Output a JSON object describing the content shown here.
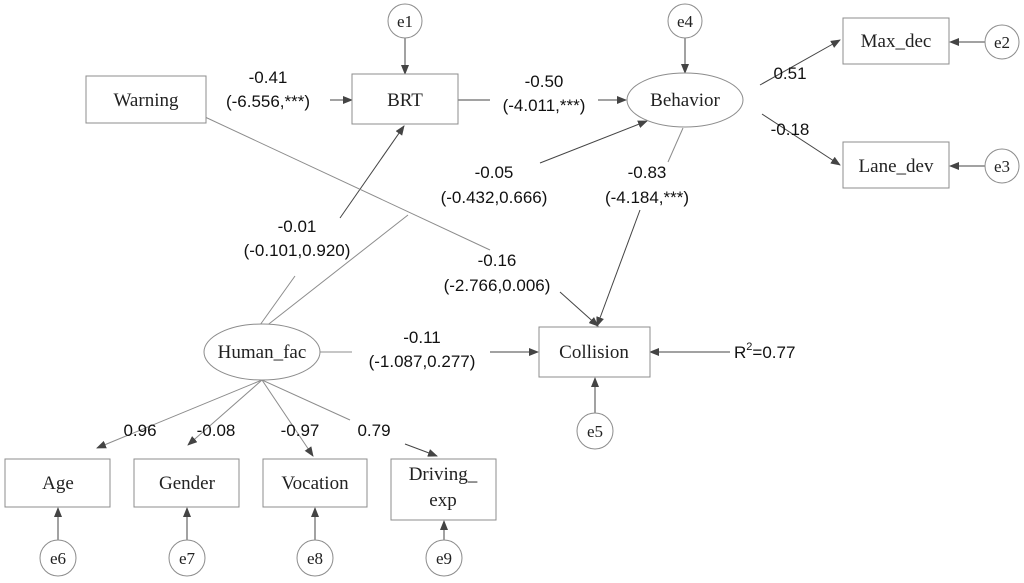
{
  "nodes": {
    "warning": "Warning",
    "brt": "BRT",
    "behavior": "Behavior",
    "max_dec": "Max_dec",
    "lane_dev": "Lane_dev",
    "human_fac": "Human_fac",
    "collision": "Collision",
    "age": "Age",
    "gender": "Gender",
    "vocation": "Vocation",
    "driving_exp_line1": "Driving_",
    "driving_exp_line2": "exp"
  },
  "errors": {
    "e1": "e1",
    "e2": "e2",
    "e3": "e3",
    "e4": "e4",
    "e5": "e5",
    "e6": "e6",
    "e7": "e7",
    "e8": "e8",
    "e9": "e9"
  },
  "paths": {
    "warning_brt": {
      "coef": "-0.41",
      "stats": "(-6.556,***)"
    },
    "brt_behavior": {
      "coef": "-0.50",
      "stats": "(-4.011,***)"
    },
    "human_behavior": {
      "coef": "-0.05",
      "stats": "(-0.432,0.666)"
    },
    "behavior_collision": {
      "coef": "-0.83",
      "stats": "(-4.184,***)"
    },
    "human_brt": {
      "coef": "-0.01",
      "stats": "(-0.101,0.920)"
    },
    "warning_collision": {
      "coef": "-0.16",
      "stats": "(-2.766,0.006)"
    },
    "human_collision": {
      "coef": "-0.11",
      "stats": "(-1.087,0.277)"
    },
    "behavior_maxdec": {
      "coef": "0.51"
    },
    "behavior_lanedev": {
      "coef": "-0.18"
    },
    "human_age": {
      "coef": "0.96"
    },
    "human_gender": {
      "coef": "-0.08"
    },
    "human_vocation": {
      "coef": "-0.97"
    },
    "human_drivingexp": {
      "coef": "0.79"
    }
  },
  "r_squared": {
    "prefix": "R",
    "sup": "2",
    "value": "=0.77"
  }
}
